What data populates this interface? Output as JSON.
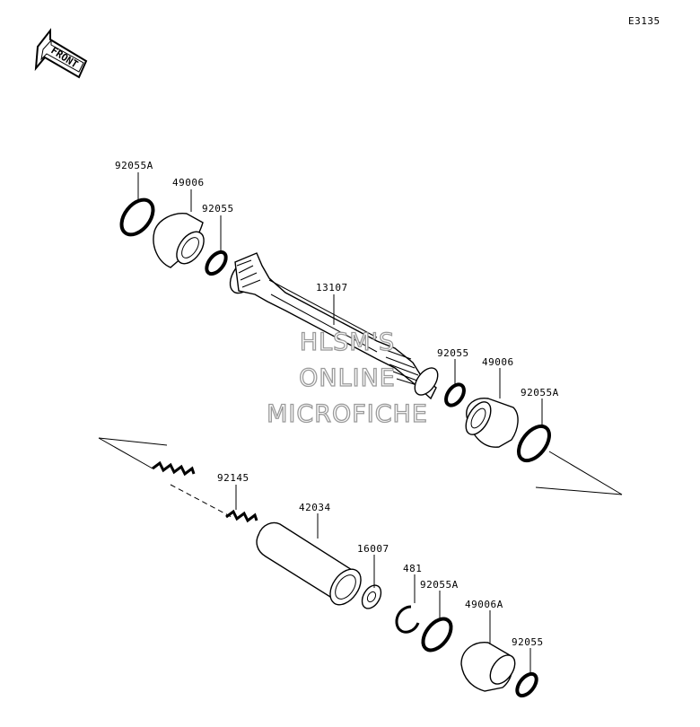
{
  "diagram_id": "E3135",
  "front_label": "FRONT",
  "watermark": [
    "HLSM'S",
    "ONLINE",
    "MICROFICHE"
  ],
  "callouts": {
    "c1": "92055A",
    "c2": "49006",
    "c3": "92055",
    "c4": "13107",
    "c5": "92055",
    "c6": "49006",
    "c7": "92055A",
    "c8": "92145",
    "c9": "42034",
    "c10": "16007",
    "c11": "481",
    "c12": "92055A",
    "c13": "49006A",
    "c14": "92055"
  }
}
